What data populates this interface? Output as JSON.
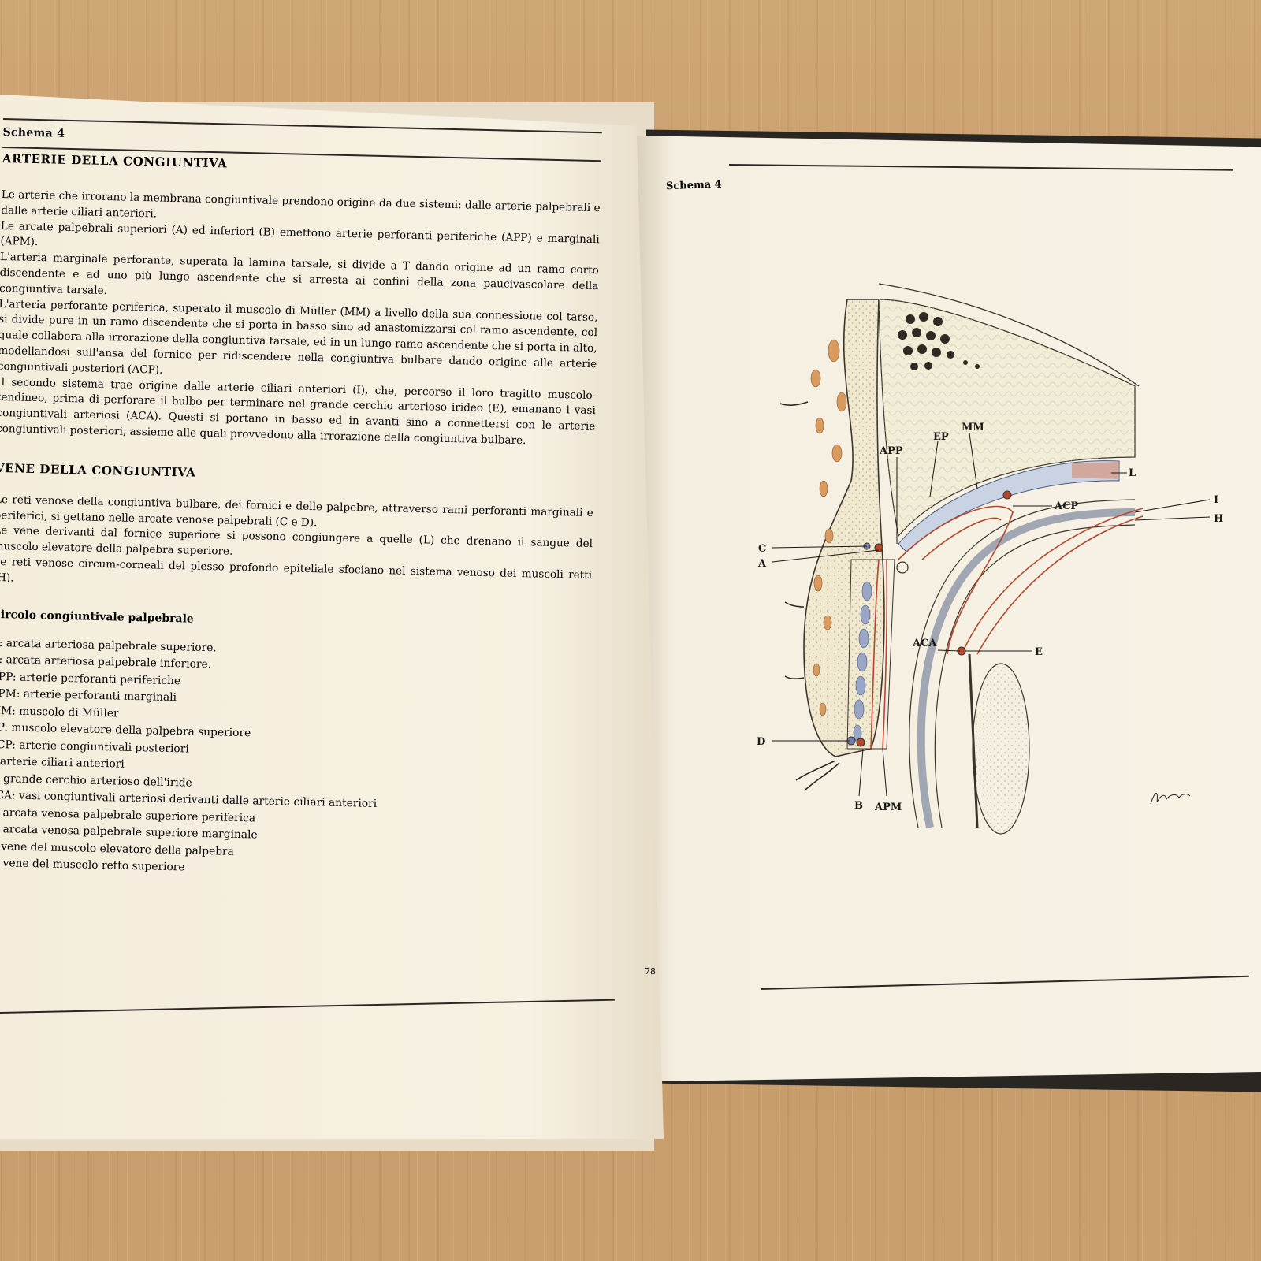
{
  "left_page": {
    "schema_label": "Schema 4",
    "title": "ARTERIE DELLA CONGIUNTIVA",
    "paragraphs": [
      "Le arterie che irrorano la membrana congiuntivale prendono origine da due sistemi: dalle arterie palpebrali e dalle arterie ciliari anteriori.",
      "Le arcate palpebrali superiori (A) ed inferiori (B) emettono arterie perforanti periferiche (APP) e marginali (APM).",
      "L'arteria marginale perforante, superata la lamina tarsale, si divide a T dando origine ad un ramo corto discendente e ad uno più lungo ascendente che si arresta ai confini della zona paucivascolare della congiuntiva tarsale.",
      "L'arteria perforante periferica, superato il muscolo di Müller (MM) a livello della sua connessione col tarso, si divide pure in un ramo discendente che si porta in basso sino ad anastomizzarsi col ramo ascendente, col quale collabora alla irrorazione della congiuntiva tarsale, ed in un lungo ramo ascendente che si porta in alto, modellandosi sull'ansa del fornice per ridiscendere nella congiuntiva bulbare dando origine alle arterie congiuntivali posteriori (ACP).",
      "Il secondo sistema trae origine dalle arterie ciliari anteriori (I), che, percorso il loro tragitto muscolo-tendineo, prima di perforare il bulbo per terminare nel grande cerchio arterioso irideo (E), emanano i vasi congiuntivali arteriosi (ACA). Questi si portano in basso ed in avanti sino a connettersi con le arterie congiuntivali posteriori, assieme alle quali provvedono alla irrorazione della congiuntiva bulbare."
    ],
    "section2_title": "VENE DELLA CONGIUNTIVA",
    "section2_paragraphs": [
      "Le reti venose della congiuntiva bulbare, dei fornici e delle palpebre, attraverso rami perforanti marginali e periferici, si gettano nelle arcate venose palpebrali (C e D).",
      "Le vene derivanti dal fornice superiore si possono congiungere a quelle (L) che drenano il sangue del muscolo elevatore della palpebra superiore.",
      "Le reti venose circum-corneali del plesso profondo epiteliale sfociano nel sistema venoso dei muscoli retti (H)."
    ],
    "subsection_title": "Circolo congiuntivale palpebrale",
    "legend": [
      "A: arcata arteriosa palpebrale superiore.",
      "B: arcata arteriosa palpebrale inferiore.",
      "APP: arterie perforanti periferiche",
      "APM: arterie perforanti marginali",
      "MM: muscolo di Müller",
      "EP: muscolo elevatore della palpebra superiore",
      "ACP: arterie congiuntivali posteriori",
      "I: arterie ciliari anteriori",
      "E: grande cerchio arterioso dell'iride",
      "ACA: vasi congiuntivali arteriosi derivanti dalle arterie ciliari anteriori",
      "C: arcata venosa palpebrale superiore periferica",
      "D: arcata venosa palpebrale superiore marginale",
      "L: vene del muscolo elevatore della palpebra",
      "H: vene del muscolo retto superiore"
    ],
    "page_number": "78"
  },
  "right_page": {
    "schema_label": "Schema 4",
    "diagram_labels": {
      "MM": "MM",
      "EP": "EP",
      "APP": "APP",
      "L": "L",
      "ACP": "ACP",
      "I": "I",
      "H": "H",
      "C": "C",
      "A": "A",
      "ACA": "ACA",
      "E": "E",
      "D": "D",
      "B": "B",
      "APM": "APM"
    }
  },
  "colors": {
    "page": "#f6f0e2",
    "ink": "#1a1814",
    "artery": "#b5472c",
    "vein": "#6f7fa8",
    "fat": "#d99a5e",
    "table": "#c9a06e"
  }
}
